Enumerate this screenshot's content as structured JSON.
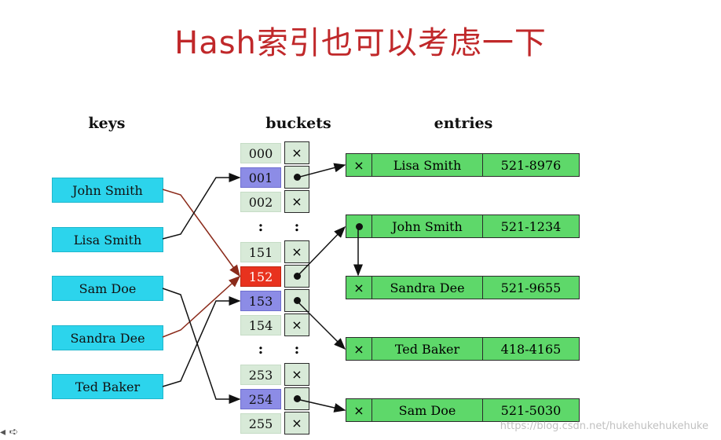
{
  "title": "Hash索引也可以考虑一下",
  "headers": {
    "keys": "keys",
    "buckets": "buckets",
    "entries": "entries"
  },
  "keys": [
    "John Smith",
    "Lisa Smith",
    "Sam Doe",
    "Sandra Dee",
    "Ted Baker"
  ],
  "buckets": {
    "group1": [
      "000",
      "001",
      "002"
    ],
    "group2": [
      "151",
      "152",
      "153",
      "154"
    ],
    "group3": [
      "253",
      "254",
      "255"
    ],
    "ellipsis": ":"
  },
  "slot_symbols": {
    "empty": "×"
  },
  "entries": [
    {
      "name": "Lisa Smith",
      "phone": "521-8976"
    },
    {
      "name": "John Smith",
      "phone": "521-1234"
    },
    {
      "name": "Sandra Dee",
      "phone": "521-9655"
    },
    {
      "name": "Ted Baker",
      "phone": "418-4165"
    },
    {
      "name": "Sam Doe",
      "phone": "521-5030"
    }
  ],
  "watermark": "https://blog.csdn.net/hukehukehukehuke",
  "colors": {
    "title": "#c0282a",
    "key_fill": "#2cd4ec",
    "bucket_fill": "#d8ead8",
    "bucket_blue": "#8c8ce6",
    "bucket_red": "#e8321e",
    "entry_fill": "#5ed86a",
    "collision_line": "#8b2a1a"
  }
}
